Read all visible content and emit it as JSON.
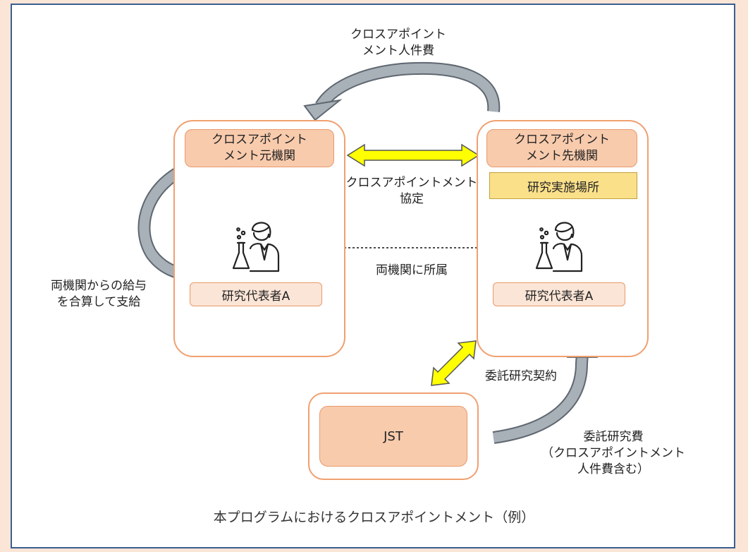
{
  "cross_salary_label": "クロスアポイント\nメント人件費",
  "origin_org": {
    "header": "クロスアポイント\nメント元機関",
    "researcher": "研究代表者A"
  },
  "dest_org": {
    "header": "クロスアポイント\nメント先機関",
    "site": "研究実施場所",
    "researcher": "研究代表者A"
  },
  "agreement_label": "クロスアポイントメント\n協定",
  "affiliation_label": "両機関に所属",
  "combined_salary_label": "両機関からの給与\nを合算して支給",
  "contract_label": "委託研究契約",
  "jst_label": "JST",
  "funding_label": "委託研究費\n（クロスアポイントメント\n人件費含む）",
  "caption": "本プログラムにおけるクロスアポイントメント（例）",
  "colors": {
    "background": "#fbe5d6",
    "frame": "#3b5f8f",
    "org_border": "#f0a070",
    "header_fill": "#f8cbad",
    "site_fill": "#fbe08a",
    "yellow_arrow": "#ffff00",
    "gray_arrow": "#9ea7b0"
  }
}
